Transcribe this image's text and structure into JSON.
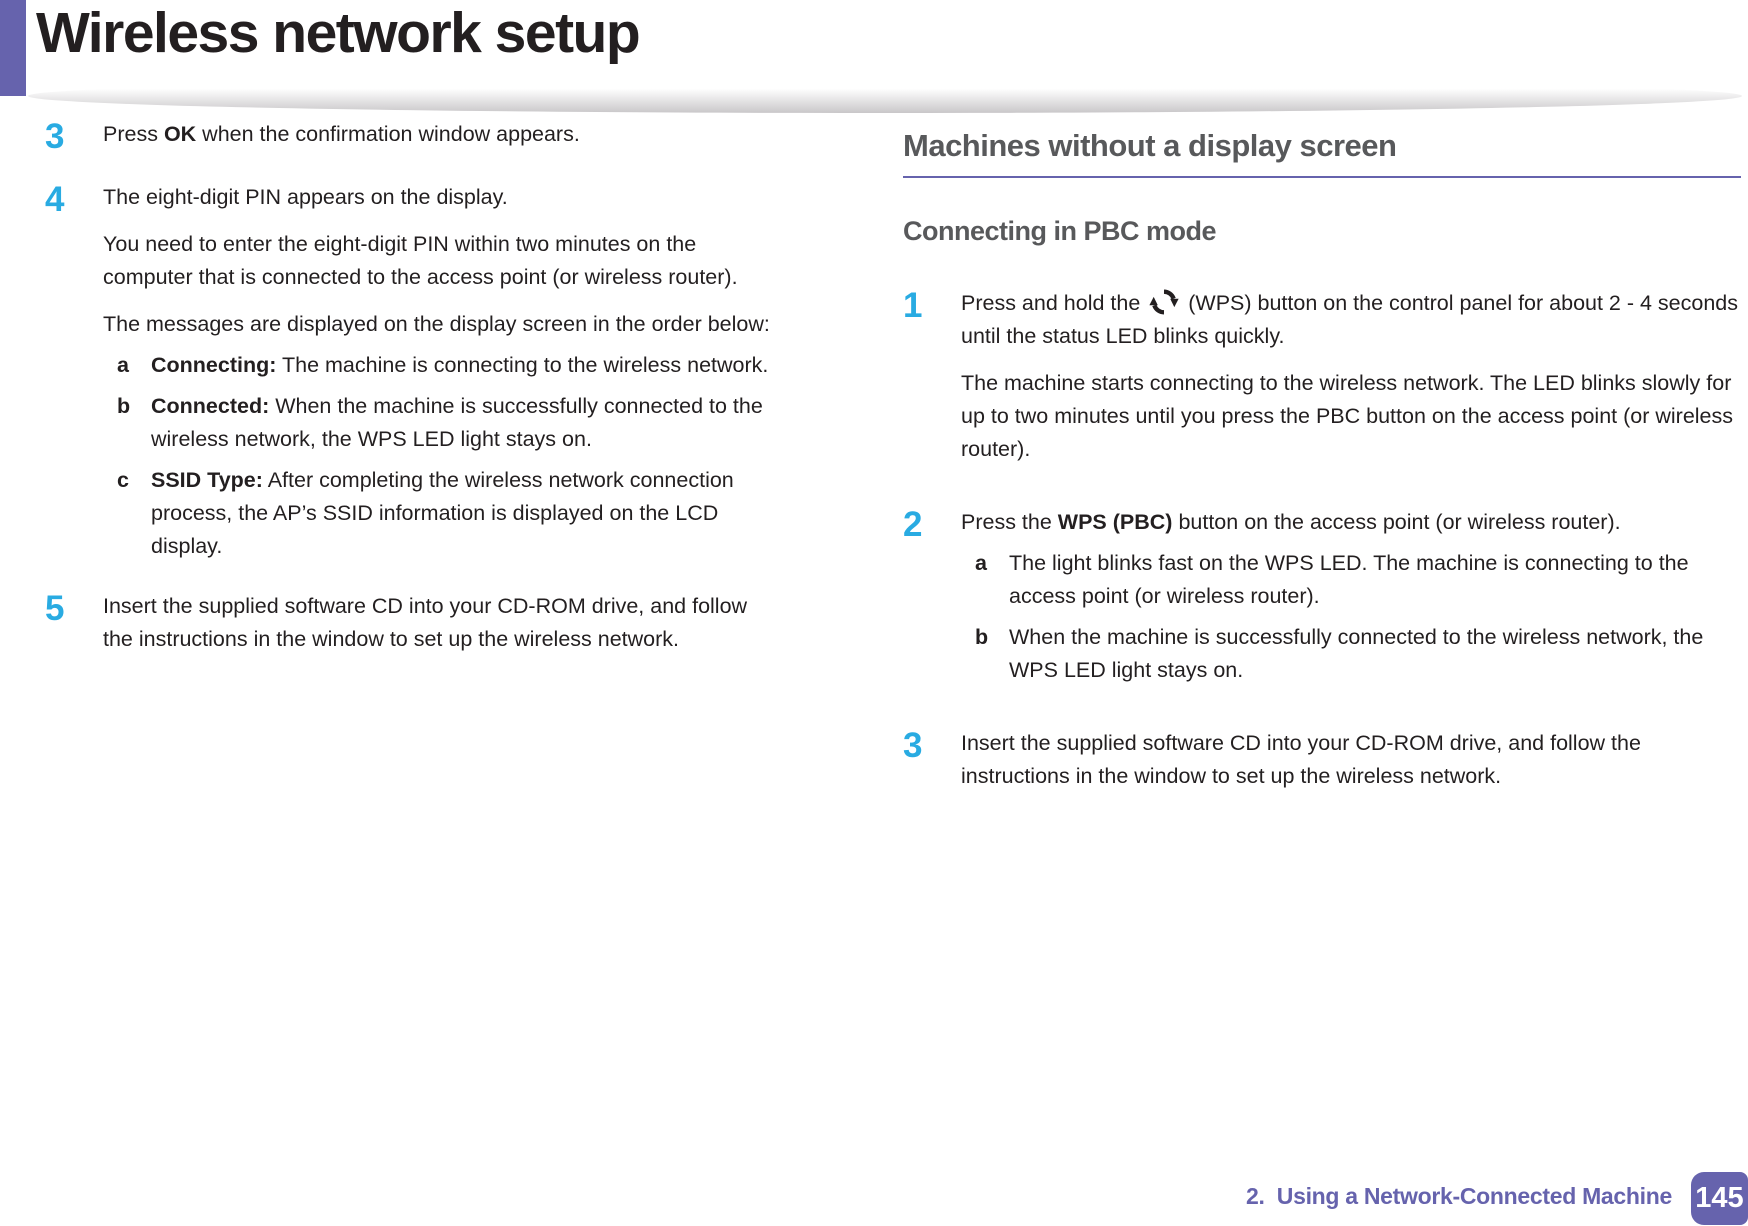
{
  "page": {
    "title": "Wireless network setup",
    "footer_chapter": "2.  Using a Network-Connected Machine",
    "footer_page": "145"
  },
  "colors": {
    "accent_purple": "#6663ad",
    "step_number_cyan": "#29abe2",
    "heading_gray": "#58595b",
    "body_text": "#231f20"
  },
  "left_column": {
    "step3": {
      "number": "3",
      "pre": "Press ",
      "bold": "OK",
      "post": " when the confirmation window appears."
    },
    "step4": {
      "number": "4",
      "text": "The eight-digit PIN appears on the display.",
      "para1": "You need to enter the eight-digit PIN within two minutes on the computer that is connected to the access point (or wireless router).",
      "para2": "The messages are displayed on the display screen in the order below:",
      "items": [
        {
          "letter": "a",
          "label": "Connecting:",
          "text": " The machine is connecting to the wireless network."
        },
        {
          "letter": "b",
          "label": "Connected:",
          "text": " When the machine is successfully connected to the wireless network, the WPS LED light stays on."
        },
        {
          "letter": "c",
          "label": "SSID Type:",
          "text": " After completing the wireless network connection process, the AP’s SSID information is displayed on the LCD display."
        }
      ]
    },
    "step5": {
      "number": "5",
      "text": "Insert the supplied software CD into your CD-ROM drive, and follow the instructions in the window to set up the wireless network."
    }
  },
  "right_column": {
    "section_title": "Machines without a display screen",
    "subsection_title": "Connecting in PBC mode",
    "step1": {
      "number": "1",
      "pre": "Press and hold the ",
      "icon": "wps-circular-arrows-icon",
      "post": " (WPS) button on the control panel for about 2 - 4 seconds until the status LED blinks quickly.",
      "para": "The machine starts connecting to the wireless network. The LED blinks slowly for up to two minutes until you press the PBC button on the access point (or wireless router)."
    },
    "step2": {
      "number": "2",
      "pre": "Press the ",
      "bold": "WPS (PBC)",
      "post": " button on the access point (or wireless router).",
      "items": [
        {
          "letter": "a",
          "text": "The light blinks fast on the WPS LED. The machine is connecting to the access point (or wireless router)."
        },
        {
          "letter": "b",
          "text": "When the machine is successfully connected to the wireless network, the WPS LED light stays on."
        }
      ]
    },
    "step3": {
      "number": "3",
      "text": "Insert the supplied software CD into your CD-ROM drive, and follow the instructions in the window to set up the wireless network."
    }
  }
}
